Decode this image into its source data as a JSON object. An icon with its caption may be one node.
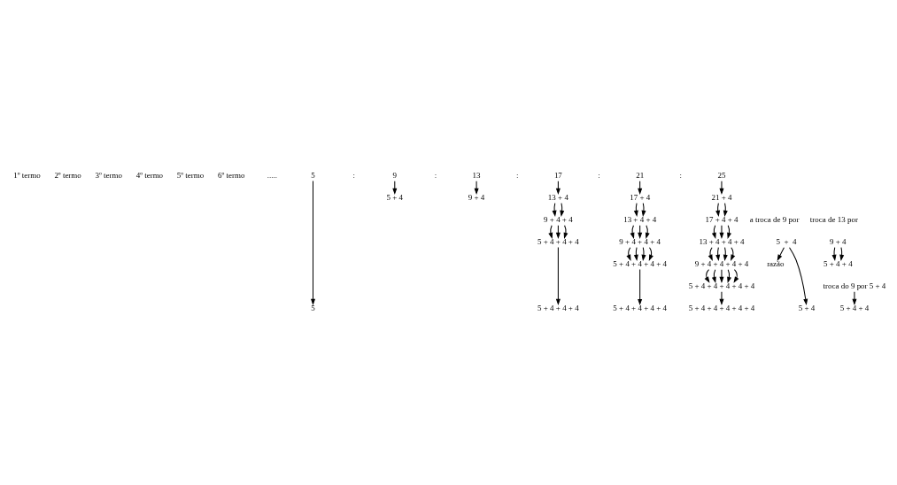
{
  "diagram": {
    "nodes": [
      {
        "text": [
          "5"
        ]
      },
      {
        "text": [
          "9"
        ]
      },
      {
        "text": [
          "13"
        ]
      },
      {
        "text": [
          "17"
        ]
      },
      {
        "text": [
          "21"
        ]
      },
      {
        "text": [
          "25"
        ]
      },
      {
        "text": [
          "5 + 4"
        ]
      },
      {
        "text": [
          "9 + 4"
        ]
      },
      {
        "text": [
          "13 + 4"
        ]
      },
      {
        "text": [
          "17 + 4"
        ]
      },
      {
        "text": [
          "21 + 4"
        ]
      },
      {
        "text": [
          "5  +  4"
        ]
      },
      {
        "text": [
          "9 + 4"
        ]
      },
      {
        "text": [
          "razão"
        ]
      },
      {
        "text": [
          "9 + 4 + 4"
        ]
      },
      {
        "text": [
          "13 + 4 + 4"
        ]
      },
      {
        "text": [
          "17 + 4 + 4"
        ]
      },
      {
        "text": [
          "5 + 4 + 4"
        ]
      },
      {
        "text": [
          "5 + 4 + 4 + 4"
        ]
      },
      {
        "text": [
          "9 + 4 + 4 + 4"
        ]
      },
      {
        "text": [
          "13 + 4 + 4 + 4"
        ]
      },
      {
        "text": [
          "troca do 9 por 5 + 4"
        ]
      },
      {
        "text": [
          "5 + 4 + 4 + 4 + 4"
        ]
      },
      {
        "text": [
          "9 + 4 + 4 + 4 + 4"
        ]
      },
      {
        "text": [
          "5 + 4 + 4 + 4 + 4 + 4"
        ]
      },
      {
        "text": [
          "5"
        ]
      },
      {
        "text": [
          "5 + 4"
        ]
      },
      {
        "text": [
          "5 + 4 + 4"
        ]
      },
      {
        "text": [
          "5 + 4 + 4 + 4"
        ]
      },
      {
        "text": [
          "5 + 4 + 4 + 4 + 4"
        ]
      },
      {
        "text": [
          "5 + 4 + 4 + 4 + 4 + 4"
        ]
      }
    ],
    "edges": [
      {
        "from": 0,
        "to": 25,
        "arrow": "to"
      },
      {
        "from": 1,
        "to": 6,
        "arrow": "to"
      },
      {
        "from": 2,
        "to": 7,
        "arrow": "to"
      },
      {
        "from": 3,
        "to": 8,
        "arrow": "to"
      },
      {
        "from": 4,
        "to": 9,
        "arrow": "to"
      },
      {
        "from": 5,
        "to": 10,
        "arrow": "to"
      },
      {
        "from": 11,
        "to": 26,
        "arrow": "to"
      },
      {
        "from": 11,
        "to": 13,
        "arrow": "to"
      },
      {
        "from": 12,
        "to": 17,
        "arrow": "to"
      },
      {
        "from": 12,
        "to": 17,
        "arrow": "to"
      },
      {
        "from": 21,
        "to": 27,
        "arrow": "to"
      },
      {
        "from": 8,
        "to": 14,
        "arrow": "to"
      },
      {
        "from": 8,
        "to": 14,
        "arrow": "to"
      },
      {
        "from": 14,
        "to": 18,
        "arrow": "to"
      },
      {
        "from": 14,
        "to": 18,
        "arrow": "to"
      },
      {
        "from": 14,
        "to": 18,
        "arrow": "to"
      },
      {
        "from": 18,
        "to": 28,
        "arrow": "to"
      },
      {
        "from": 9,
        "to": 15,
        "arrow": "to"
      },
      {
        "from": 9,
        "to": 15,
        "arrow": "to"
      },
      {
        "from": 15,
        "to": 19,
        "arrow": "to"
      },
      {
        "from": 15,
        "to": 19,
        "arrow": "to"
      },
      {
        "from": 15,
        "to": 19,
        "arrow": "to"
      },
      {
        "from": 19,
        "to": 22,
        "arrow": "to"
      },
      {
        "from": 19,
        "to": 22,
        "arrow": "to"
      },
      {
        "from": 19,
        "to": 22,
        "arrow": "to"
      },
      {
        "from": 19,
        "to": 22,
        "arrow": "to"
      },
      {
        "from": 22,
        "to": 29,
        "arrow": "to"
      },
      {
        "from": 10,
        "to": 16,
        "arrow": "to"
      },
      {
        "from": 10,
        "to": 16,
        "arrow": "to"
      },
      {
        "from": 16,
        "to": 20,
        "arrow": "to"
      },
      {
        "from": 16,
        "to": 20,
        "arrow": "to"
      },
      {
        "from": 16,
        "to": 20,
        "arrow": "to"
      },
      {
        "from": 20,
        "to": 23,
        "arrow": "to"
      },
      {
        "from": 20,
        "to": 23,
        "arrow": "to"
      },
      {
        "from": 20,
        "to": 23,
        "arrow": "to"
      },
      {
        "from": 20,
        "to": 23,
        "arrow": "to"
      },
      {
        "from": 23,
        "to": 24,
        "arrow": "to"
      },
      {
        "from": 23,
        "to": 24,
        "arrow": "to"
      },
      {
        "from": 23,
        "to": 24,
        "arrow": "to"
      },
      {
        "from": 23,
        "to": 24,
        "arrow": "to"
      },
      {
        "from": 23,
        "to": 24,
        "arrow": "to"
      },
      {
        "from": 24,
        "to": 30,
        "arrow": "to"
      }
    ],
    "labels": [
      "1º termo",
      "2º termo",
      "3º termo",
      "4º termo",
      "5º termo",
      "6º termo",
      ".....",
      ":",
      ":",
      ":",
      ":",
      ":",
      "a troca de 9 por",
      "troca de 13 por"
    ]
  }
}
